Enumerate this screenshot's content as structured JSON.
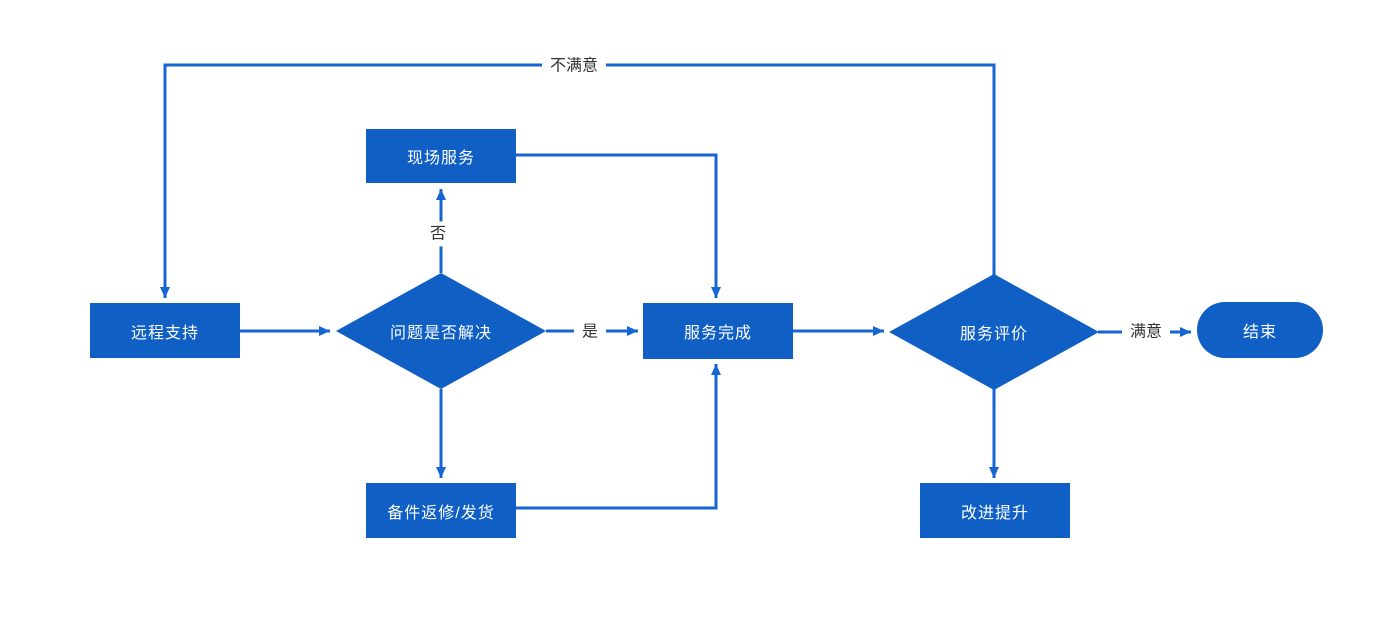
{
  "diagram": {
    "type": "flowchart",
    "colors": {
      "node_fill": "#0F5FC5",
      "connector": "#1565D2",
      "node_text": "#ffffff",
      "edge_label_text": "#333333",
      "background": "#ffffff"
    },
    "nodes": {
      "remote_support": {
        "label": "远程支持",
        "shape": "rectangle"
      },
      "problem_solved": {
        "label": "问题是否解决",
        "shape": "diamond"
      },
      "onsite_service": {
        "label": "现场服务",
        "shape": "rectangle"
      },
      "service_complete": {
        "label": "服务完成",
        "shape": "rectangle"
      },
      "parts_repair": {
        "label": "备件返修/发货",
        "shape": "rectangle"
      },
      "service_evaluation": {
        "label": "服务评价",
        "shape": "diamond"
      },
      "improvement": {
        "label": "改进提升",
        "shape": "rectangle"
      },
      "end": {
        "label": "结束",
        "shape": "terminator"
      }
    },
    "edge_labels": {
      "no": "否",
      "yes": "是",
      "satisfied": "满意",
      "unsatisfied": "不满意"
    },
    "edges": [
      {
        "from": "remote_support",
        "to": "problem_solved",
        "label": ""
      },
      {
        "from": "problem_solved",
        "to": "onsite_service",
        "label": "否"
      },
      {
        "from": "onsite_service",
        "to": "service_complete",
        "label": ""
      },
      {
        "from": "problem_solved",
        "to": "service_complete",
        "label": "是"
      },
      {
        "from": "problem_solved",
        "to": "parts_repair",
        "label": ""
      },
      {
        "from": "parts_repair",
        "to": "service_complete",
        "label": ""
      },
      {
        "from": "service_complete",
        "to": "service_evaluation",
        "label": ""
      },
      {
        "from": "service_evaluation",
        "to": "end",
        "label": "满意"
      },
      {
        "from": "service_evaluation",
        "to": "improvement",
        "label": ""
      },
      {
        "from": "service_evaluation",
        "to": "remote_support",
        "label": "不满意"
      }
    ]
  }
}
